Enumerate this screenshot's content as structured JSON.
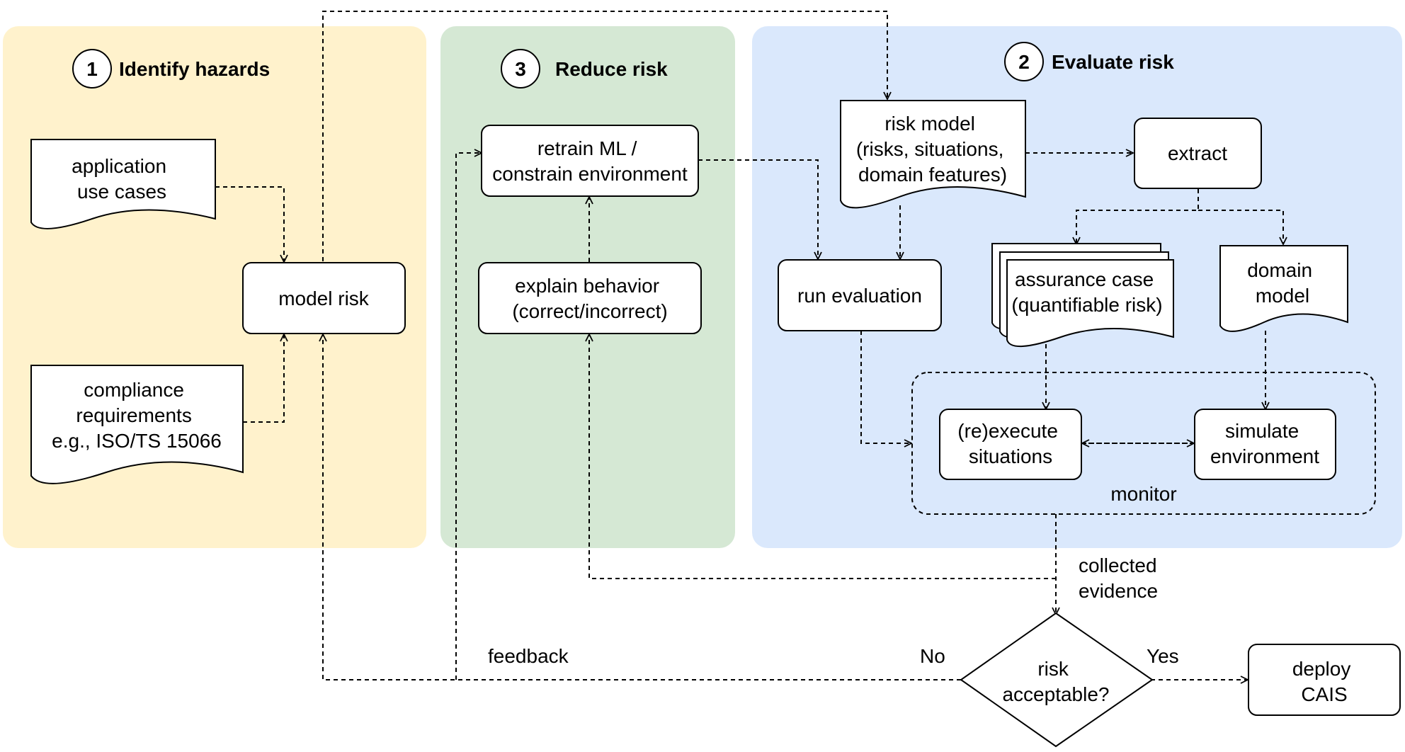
{
  "phases": {
    "identify": {
      "number": "1",
      "title": "Identify hazards"
    },
    "reduce": {
      "number": "3",
      "title": "Reduce risk"
    },
    "evaluate": {
      "number": "2",
      "title": "Evaluate risk"
    }
  },
  "nodes": {
    "application_use_cases": [
      "application",
      "use cases"
    ],
    "compliance_requirements": [
      "compliance",
      "requirements",
      "e.g., ISO/TS 15066"
    ],
    "model_risk": [
      "model risk"
    ],
    "retrain_ml": [
      "retrain ML /",
      "constrain environment"
    ],
    "explain_behavior": [
      "explain behavior",
      "(correct/incorrect)"
    ],
    "risk_model": [
      "risk model",
      "(risks, situations,",
      "domain features)"
    ],
    "extract": [
      "extract"
    ],
    "run_evaluation": [
      "run evaluation"
    ],
    "assurance_case": [
      "assurance case",
      "(quantifiable risk)"
    ],
    "domain_model": [
      "domain",
      "model"
    ],
    "reexecute_situations": [
      "(re)execute",
      "situations"
    ],
    "simulate_environment": [
      "simulate",
      "environment"
    ],
    "monitor": [
      "monitor"
    ],
    "risk_acceptable": [
      "risk",
      "acceptable?"
    ],
    "deploy_cais": [
      "deploy",
      "CAIS"
    ]
  },
  "edge_labels": {
    "collected_evidence": [
      "collected",
      "evidence"
    ],
    "feedback": "feedback",
    "no": "No",
    "yes": "Yes"
  },
  "colors": {
    "identify_bg": "#fff2cc",
    "reduce_bg": "#d5e8d4",
    "evaluate_bg": "#dae8fc",
    "stroke": "#000000",
    "node_fill": "#ffffff"
  }
}
